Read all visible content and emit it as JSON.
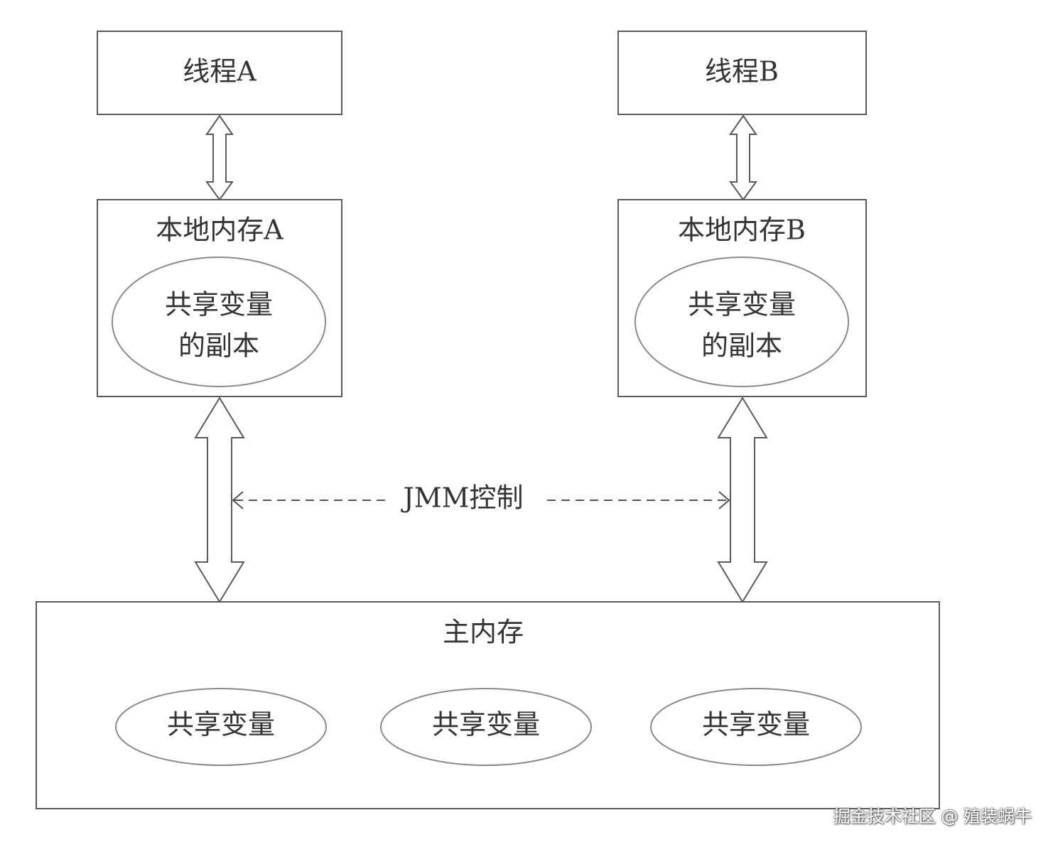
{
  "diagram": {
    "thread_a": "线程A",
    "thread_b": "线程B",
    "local_mem_a": "本地内存A",
    "local_mem_b": "本地内存B",
    "copy_a_line1": "共享变量",
    "copy_a_line2": "的副本",
    "copy_b_line1": "共享变量",
    "copy_b_line2": "的副本",
    "jmm_control": "JMM控制",
    "main_memory": "主内存",
    "shared_vars": [
      "共享变量",
      "共享变量",
      "共享变量"
    ]
  },
  "watermark": "掘金技术社区 @ 殖装蜗牛"
}
